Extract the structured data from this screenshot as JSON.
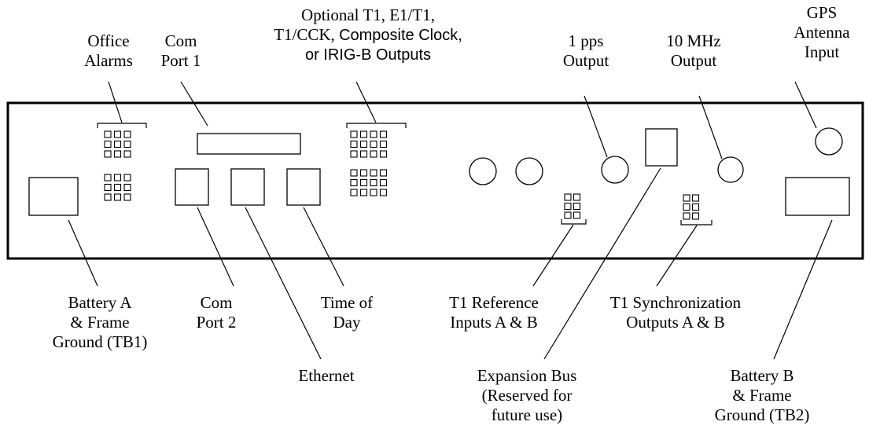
{
  "labels": {
    "office_alarms": [
      "Office",
      "Alarms"
    ],
    "com_port_1": [
      "Com",
      "Port 1"
    ],
    "optional_outputs": [
      "Optional T1, E1/T1,",
      "T1/CCK, ",
      "Composite Clock,",
      "or IRIG-B Outputs"
    ],
    "pps_output": [
      "1 pps",
      "Output"
    ],
    "mhz_output": [
      "10 MHz",
      "Output"
    ],
    "gps_antenna": [
      "GPS",
      "Antenna",
      "Input"
    ],
    "battery_a": [
      "Battery A",
      "& Frame",
      "Ground (TB1)"
    ],
    "com_port_2": [
      "Com",
      "Port 2"
    ],
    "ethernet": [
      "Ethernet"
    ],
    "time_of_day": [
      "Time of",
      "Day"
    ],
    "t1_reference": [
      "T1 Reference",
      "Inputs A & B"
    ],
    "t1_sync": [
      "T1 Synchronization",
      "Outputs A & B"
    ],
    "expansion_bus": [
      "Expansion Bus",
      "(Reserved for",
      "future use)"
    ],
    "battery_b": [
      "Battery B",
      "& Frame",
      "Ground (TB2)"
    ]
  }
}
